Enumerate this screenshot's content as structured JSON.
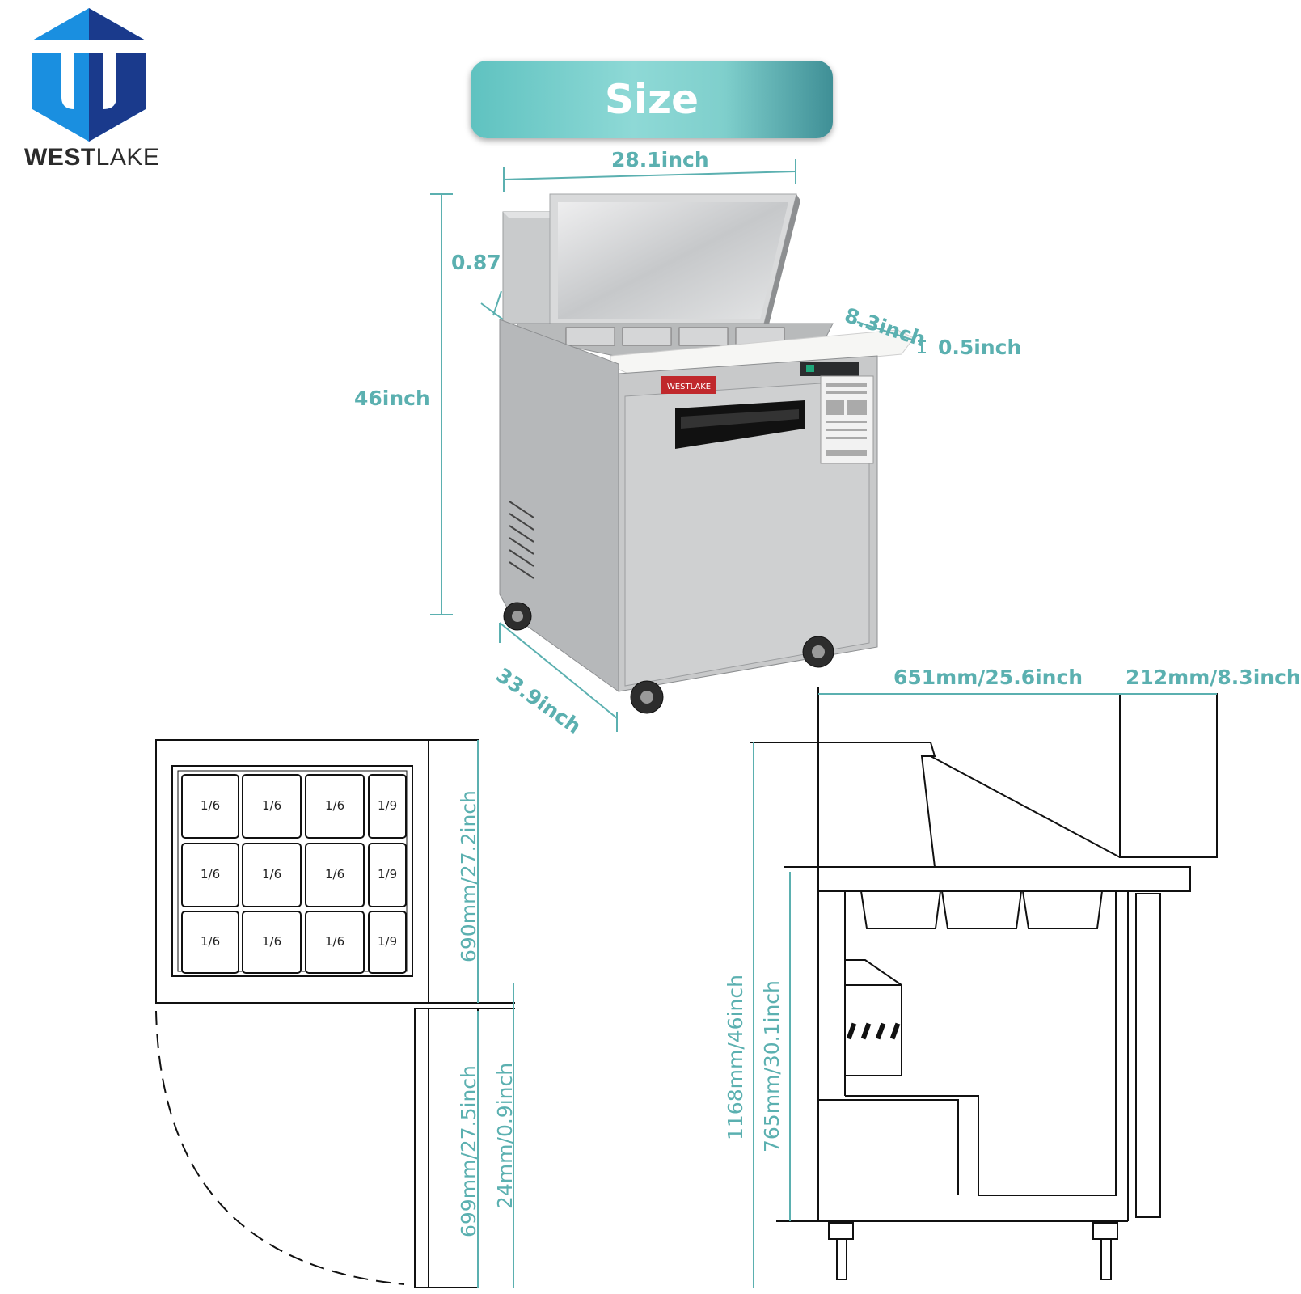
{
  "brand": {
    "name_bold": "WEST",
    "name_light": "LAKE",
    "colors": {
      "logo_light": "#1a8fe0",
      "logo_dark": "#1a3a8c"
    }
  },
  "title": "Size",
  "photo_dimensions": {
    "width": "28.1inch",
    "height": "46inch",
    "lid": "0.87",
    "depth": "33.9inch",
    "board_depth": "8.3inch",
    "board_thickness": "0.5inch"
  },
  "side_view": {
    "top_width": "651mm/25.6inch",
    "board_width": "212mm/8.3inch",
    "total_height": "1168mm/46inch",
    "work_height": "765mm/30.1inch"
  },
  "top_view": {
    "depth": "690mm/27.2inch",
    "door_depth": "699mm/27.5inch",
    "door_gap": "24mm/0.9inch",
    "pan_rows": [
      [
        "1/6",
        "1/6",
        "1/6",
        "1/9"
      ],
      [
        "1/6",
        "1/6",
        "1/6",
        "1/9"
      ],
      [
        "1/6",
        "1/6",
        "1/6",
        "1/9"
      ]
    ]
  },
  "photo_labels": {
    "badge": "WESTLAKE"
  },
  "colors": {
    "dimension": "#5bb0b0",
    "banner_start": "#5fc2c0",
    "banner_end": "#3f8f96"
  }
}
